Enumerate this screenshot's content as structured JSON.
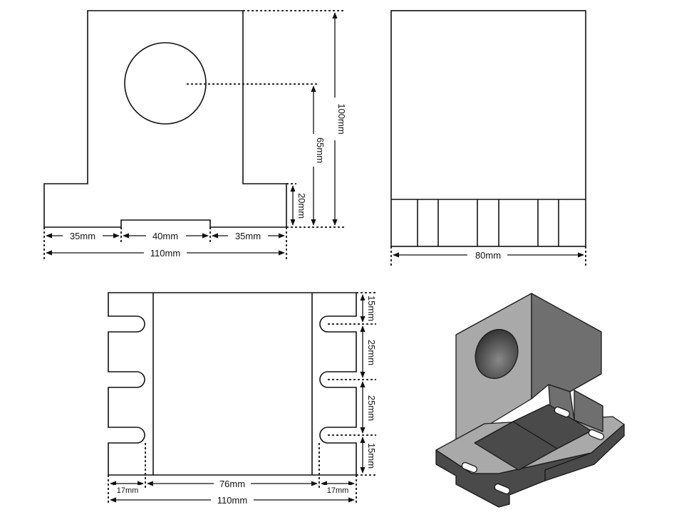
{
  "front_view": {
    "dims": {
      "total_height": "100mm",
      "hole_center": "65mm",
      "base_height": "20mm",
      "left_foot": "35mm",
      "slot_width": "40mm",
      "right_foot": "35mm",
      "total_width": "110mm"
    }
  },
  "side_view": {
    "dims": {
      "depth": "80mm"
    }
  },
  "bottom_view": {
    "dims": {
      "top_margin": "15mm",
      "pitch_1": "25mm",
      "pitch_2": "25mm",
      "bottom_margin": "15mm",
      "left_tab": "17mm",
      "center_width": "76mm",
      "right_tab": "17mm",
      "total_width": "110mm"
    }
  },
  "iso_view": {
    "colors": {
      "face_light": "#a9a9a9",
      "face_mid": "#6f6f6f",
      "face_dark": "#4a4a4a",
      "hole": "#2f2f2f"
    }
  }
}
